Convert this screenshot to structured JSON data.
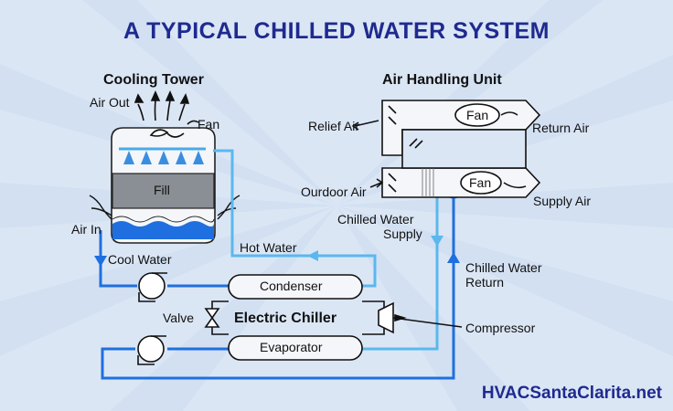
{
  "title": "A TYPICAL CHILLED WATER SYSTEM",
  "cooling_tower": {
    "heading": "Cooling Tower",
    "air_out": "Air Out",
    "fan": "Fan",
    "fill": "Fill",
    "air_in": "Air In"
  },
  "air_handling_unit": {
    "heading": "Air Handling Unit",
    "relief_air": "Relief Air",
    "return_air": "Return Air",
    "outdoor_air": "Ourdoor Air",
    "supply_air": "Supply Air",
    "fan_top": "Fan",
    "fan_bottom": "Fan"
  },
  "piping": {
    "cool_water": "Cool Water",
    "hot_water": "Hot Water",
    "chilled_water_supply_1": "Chilled Water",
    "chilled_water_supply_2": "Supply",
    "chilled_water_return_1": "Chilled Water",
    "chilled_water_return_2": "Return"
  },
  "chiller": {
    "heading": "Electric Chiller",
    "condenser": "Condenser",
    "evaporator": "Evaporator",
    "valve": "Valve",
    "compressor": "Compressor"
  },
  "brand": "HVACSantaClarita.net",
  "colors": {
    "title": "#1f2a8f",
    "pipe_cool": "#1f6fe0",
    "pipe_hot": "#5ab8ee",
    "background": "#dbe6f5"
  }
}
